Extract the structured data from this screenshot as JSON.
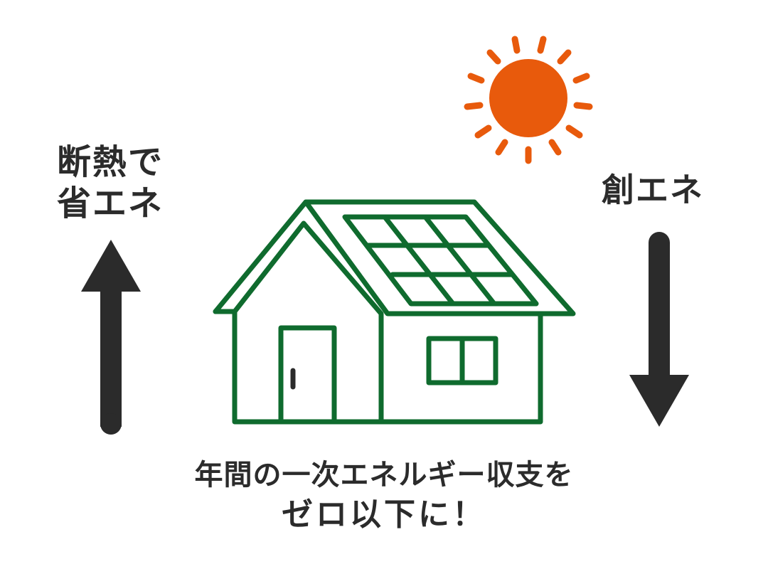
{
  "labels": {
    "left_line1": "断熱で",
    "left_line2": "省エネ",
    "right": "創エネ"
  },
  "caption": {
    "line1": "年間の一次エネルギー収支を",
    "line2": "ゼロ以下に！"
  },
  "icons": {
    "sun": "sun-icon",
    "house": "house-with-solar-panels-icon",
    "left_arrow": "arrow-up-icon",
    "right_arrow": "arrow-down-icon"
  },
  "colors": {
    "sun": "#e85a0c",
    "house": "#0f6b2e",
    "text": "#2b2b2b",
    "arrow": "#2b2b2b",
    "background": "#ffffff"
  }
}
